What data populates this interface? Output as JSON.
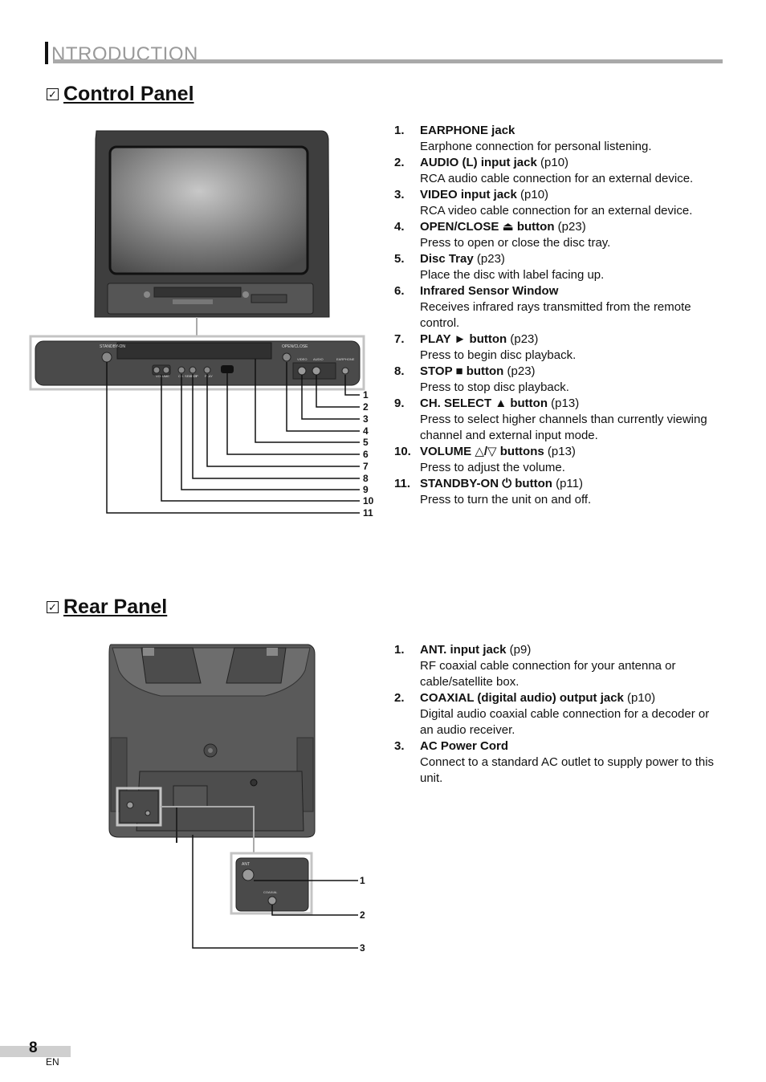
{
  "header": {
    "section": "NTRODUCTION"
  },
  "control_panel": {
    "title": "Control Panel",
    "panel_labels": {
      "standby": "STANDBY-ON",
      "open_close": "OPEN/CLOSE",
      "video": "VIDEO",
      "audio": "AUDIO",
      "earphone": "EARPHONE",
      "volume": "VOLUME",
      "ch_select": "CH. SELECT",
      "stop": "STOP",
      "play": "PLAY"
    },
    "callouts": [
      "1",
      "2",
      "3",
      "4",
      "5",
      "6",
      "7",
      "8",
      "9",
      "10",
      "11"
    ],
    "items": [
      {
        "num": "1.",
        "name": "EARPHONE jack",
        "ref": "",
        "desc": "Earphone connection for personal listening."
      },
      {
        "num": "2.",
        "name": "AUDIO (L) input jack",
        "ref": " (p10)",
        "desc": "RCA audio cable connection for an external device."
      },
      {
        "num": "3.",
        "name": "VIDEO input jack",
        "ref": " (p10)",
        "desc": "RCA video cable connection for an external device."
      },
      {
        "num": "4.",
        "name": "OPEN/CLOSE ⏏ button",
        "ref": " (p23)",
        "desc": "Press to open or close the disc tray."
      },
      {
        "num": "5.",
        "name": "Disc Tray",
        "ref": " (p23)",
        "desc": "Place the disc with label facing up."
      },
      {
        "num": "6.",
        "name": "Infrared Sensor Window",
        "ref": "",
        "desc": "Receives infrared rays transmitted from the remote control."
      },
      {
        "num": "7.",
        "name": "PLAY ► button",
        "ref": " (p23)",
        "desc": "Press to begin disc playback."
      },
      {
        "num": "8.",
        "name": "STOP ■ button",
        "ref": " (p23)",
        "desc": "Press to stop disc playback."
      },
      {
        "num": "9.",
        "name": "CH. SELECT ▲ button",
        "ref": " (p13)",
        "desc": "Press to select higher channels than currently viewing channel and external input mode."
      },
      {
        "num": "10.",
        "name": "VOLUME △/▽ buttons",
        "ref": " (p13)",
        "desc": "Press to adjust the volume."
      },
      {
        "num": "11.",
        "name": "STANDBY-ON ⏻ button",
        "ref": " (p11)",
        "desc": "Press to turn the unit on and off."
      }
    ]
  },
  "rear_panel": {
    "title": "Rear Panel",
    "panel_labels": {
      "ant": "ANT",
      "coaxial": "COAXIAL"
    },
    "callouts": [
      "1",
      "2",
      "3"
    ],
    "items": [
      {
        "num": "1.",
        "name": "ANT. input jack",
        "ref": " (p9)",
        "desc": "RF coaxial cable connection for your antenna or cable/satellite box."
      },
      {
        "num": "2.",
        "name": "COAXIAL (digital audio) output jack",
        "ref": " (p10)",
        "desc": "Digital audio coaxial cable connection for a decoder or an audio receiver."
      },
      {
        "num": "3.",
        "name": "AC Power Cord",
        "ref": "",
        "desc": "Connect to a standard AC outlet to supply power to this unit."
      }
    ]
  },
  "footer": {
    "page_number": "8",
    "lang": "EN"
  }
}
